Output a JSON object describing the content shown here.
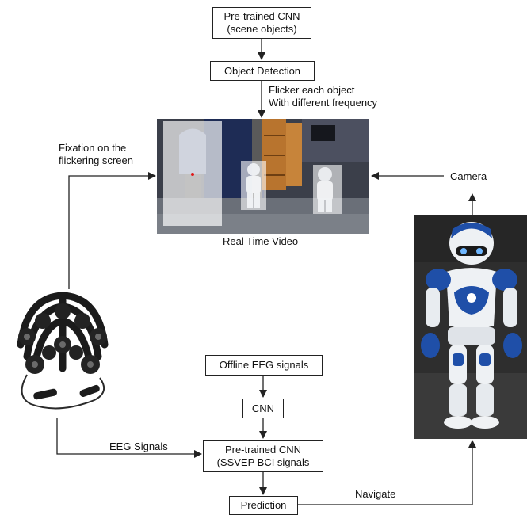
{
  "nodes": {
    "pretrained_cnn_scene": [
      "Pre-trained CNN",
      "(scene objects)"
    ],
    "object_detection": "Object Detection",
    "offline_eeg": "Offline EEG signals",
    "cnn": "CNN",
    "pretrained_cnn_ssvep": [
      "Pre-trained CNN",
      "(SSVEP BCI signals"
    ],
    "prediction": "Prediction"
  },
  "labels": {
    "flicker": [
      "Flicker each object",
      "With different frequency"
    ],
    "fixation": [
      "Fixation on the",
      "flickering screen"
    ],
    "camera": "Camera",
    "real_time_video": "Real Time Video",
    "eeg_signals": "EEG Signals",
    "navigate": "Navigate"
  },
  "images": {
    "video": "real-time-video-frame",
    "headset": "eeg-headset-photo",
    "robot": "humanoid-robot-photo"
  },
  "colors": {
    "line": "#222222",
    "robot_blue": "#1f4fa8"
  }
}
